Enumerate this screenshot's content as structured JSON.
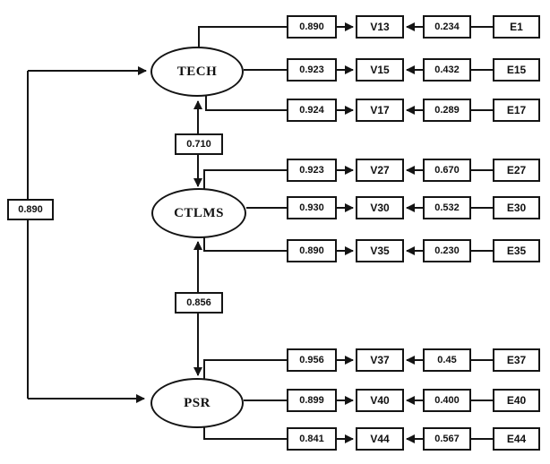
{
  "figure": {
    "background": "#ffffff",
    "line_color": "#141414",
    "latents": {
      "tech": "TECH",
      "ctlms": "CTLMS",
      "psr": "PSR"
    },
    "structural_paths": {
      "tech_ctlms": "0.710",
      "ctlms_psr": "0.856",
      "tech_psr": "0.890"
    },
    "rows": [
      {
        "loading": "0.890",
        "v": "V13",
        "err": "0.234",
        "e": "E1"
      },
      {
        "loading": "0.923",
        "v": "V15",
        "err": "0.432",
        "e": "E15"
      },
      {
        "loading": "0.924",
        "v": "V17",
        "err": "0.289",
        "e": "E17"
      },
      {
        "loading": "0.923",
        "v": "V27",
        "err": "0.670",
        "e": "E27"
      },
      {
        "loading": "0.930",
        "v": "V30",
        "err": "0.532",
        "e": "E30"
      },
      {
        "loading": "0.890",
        "v": "V35",
        "err": "0.230",
        "e": "E35"
      },
      {
        "loading": "0.956",
        "v": "V37",
        "err": "0.45",
        "e": "E37"
      },
      {
        "loading": "0.899",
        "v": "V40",
        "err": "0.400",
        "e": "E40"
      },
      {
        "loading": "0.841",
        "v": "V44",
        "err": "0.567",
        "e": "E44"
      }
    ]
  }
}
